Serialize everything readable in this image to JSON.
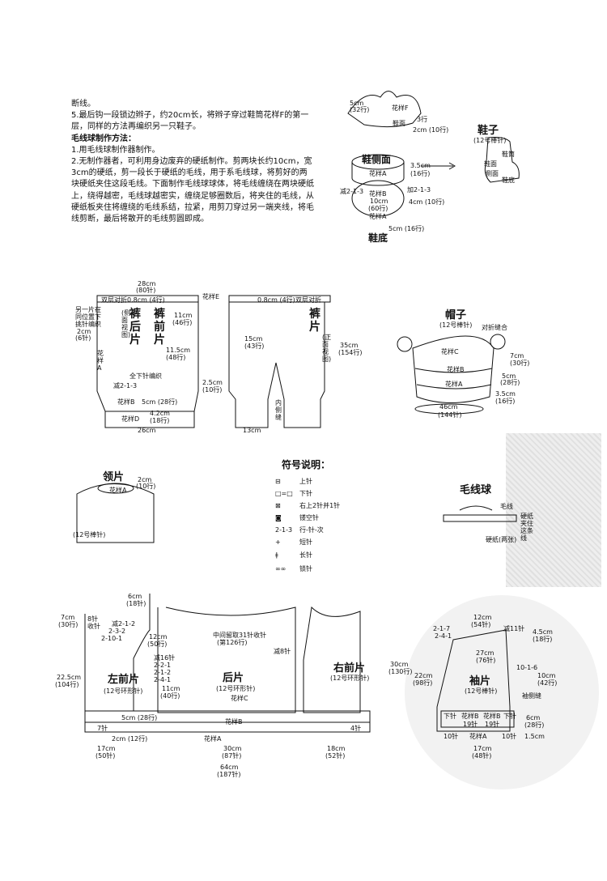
{
  "instructions": {
    "lines": [
      "断线。",
      "5.最后钩一段锁边辫子，约20cm长，将辫子穿过鞋筒花样F的第一层，同样的方法再编织另一只鞋子。",
      "毛线球制作方法：",
      "1.用毛线球制作器制作。",
      "2.无制作器者，可利用身边废弃的硬纸制作。剪两块长约10cm，宽3cm的硬纸，剪一段长于硬纸的毛线，用于系毛线球，将剪好的两块硬纸夹住这段毛线。下面制作毛线球球体，将毛线缠绕在两块硬纸上，绕得越密，毛线球越密实，缠绕足够圈数后，将夹住的毛线，从硬纸板夹住将缠绕的毛线系结，拉紧，用剪刀穿过另一端夹线，将毛线剪断，最后将散开的毛线剪圆即成。"
    ]
  },
  "shoe": {
    "title": "鞋子",
    "needle": "(12号棒针)",
    "side_title": "鞋侧面",
    "sole_title": "鞋底",
    "labels": [
      "5cm",
      "(32行)",
      "花样F",
      "鞋面",
      "3行",
      "2cm (10行)",
      "花样A",
      "3.5cm",
      "(16行)",
      "减2-1-3",
      "加2-1-3",
      "4cm (10行)",
      "10cm",
      "(60行)",
      "5cm (16行)",
      "鞋筒",
      "鞋面",
      "侧面",
      "鞋底",
      "花样B",
      "花样A"
    ]
  },
  "pants": {
    "back_title": "裤后片",
    "front_title": "裤前片",
    "piece_title": "裤片",
    "labels": [
      "28cm",
      "(80针)",
      "双层对折0.8cm (4行)",
      "花样E",
      "另一片在同位置下挑针编织",
      "(侧面视图)",
      "11cm",
      "(46行)",
      "2cm",
      "(6针)",
      "花样A",
      "11.5cm",
      "(48行)",
      "全下针编织",
      "减2-1-3",
      "2.5cm",
      "(10行)",
      "花样B",
      "5cm (28行)",
      "4.2cm",
      "(18行)",
      "花样D",
      "26cm",
      "0.8cm (4行)",
      "双层对折",
      "15cm",
      "(43行)",
      "(正面视图)",
      "35cm",
      "(154行)",
      "内侧缝",
      "13cm"
    ]
  },
  "hat": {
    "title": "帽子",
    "needle": "(12号棒针)",
    "labels": [
      "对折缝合",
      "花样C",
      "花样B",
      "花样A",
      "7cm",
      "(30行)",
      "5cm",
      "(28行)",
      "3.5cm",
      "(16行)",
      "46cm",
      "(144针)"
    ]
  },
  "collar": {
    "title": "领片",
    "needle": "(12号棒针)",
    "labels": [
      "2cm",
      "(10行)",
      "花样A"
    ]
  },
  "legend": {
    "title": "符号说明：",
    "rows": [
      {
        "sym": "⊟",
        "text": "上针"
      },
      {
        "sym": "□=□",
        "text": "下针"
      },
      {
        "sym": "⊠",
        "text": "右上2针并1针"
      },
      {
        "sym": "◙",
        "text": "镂空针"
      },
      {
        "sym": "2-1-3",
        "text": "行-针-次"
      },
      {
        "sym": "+",
        "text": "短针"
      },
      {
        "sym": "ǂ",
        "text": "长针"
      },
      {
        "sym": "∞∞",
        "text": "锁针"
      }
    ]
  },
  "pompom": {
    "title": "毛线球",
    "labels": [
      "毛线",
      "硬纸夹住这条线",
      "硬纸(两张)"
    ]
  },
  "body": {
    "left_front": "左前片",
    "back": "后片",
    "right_front": "右前片",
    "needle": "(12号环形针)",
    "labels": [
      "6cm",
      "(18针)",
      "7cm",
      "(30行)",
      "8针",
      "收针",
      "减2-1-2",
      "2-3-2",
      "2-10-1",
      "中间留取31针收针",
      "(第126行)",
      "12cm",
      "(50行)",
      "减16针",
      "2-2-1",
      "2-1-2",
      "2-4-1",
      "减8针",
      "22.5cm",
      "(104行)",
      "11cm",
      "(40行)",
      "花样C",
      "花样B",
      "花样A",
      "5cm (28行)",
      "7针",
      "2cm (12行)",
      "4针",
      "17cm",
      "(50针)",
      "30cm",
      "(87针)",
      "18cm",
      "(52针)",
      "64cm",
      "(187针)",
      "30cm",
      "(130行)"
    ]
  },
  "sleeve": {
    "title": "袖片",
    "needle": "(12号棒针)",
    "labels": [
      "12cm",
      "(54针)",
      "减11针",
      "2-1-7",
      "2-4-1",
      "4.5cm",
      "(18行)",
      "27cm",
      "(76针)",
      "22cm",
      "(98行)",
      "10-1-6",
      "10cm",
      "(42行)",
      "袖侧缝",
      "下针",
      "花样B",
      "19针",
      "花样B",
      "19针",
      "下针",
      "6cm",
      "(28行)",
      "10针",
      "花样A",
      "10针",
      "1.5cm",
      "17cm",
      "(48针)"
    ]
  }
}
